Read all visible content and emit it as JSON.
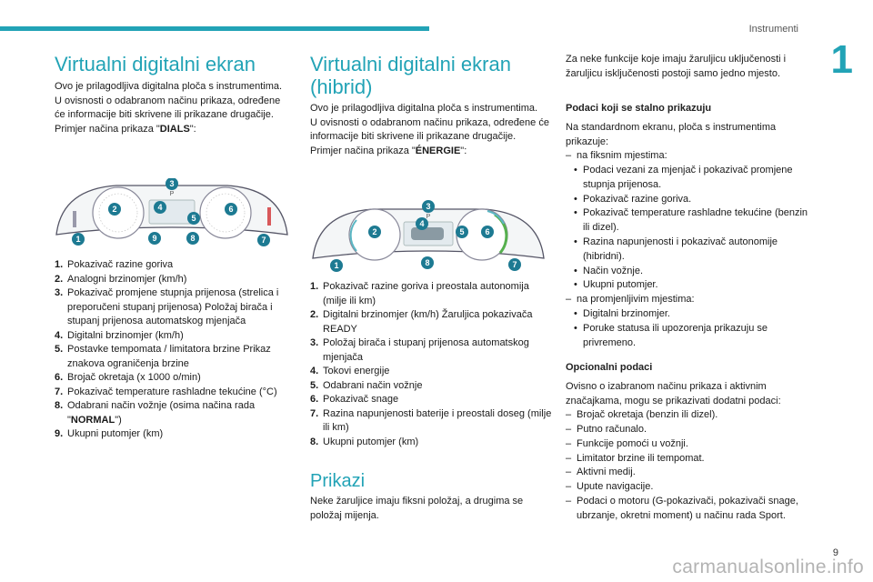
{
  "header": {
    "section": "Instrumenti",
    "chapter": "1"
  },
  "col1": {
    "title": "Virtualni digitalni ekran",
    "intro": [
      "Ovo je prilagodljiva digitalna ploča s instrumentima.",
      "U ovisnosti o odabranom načinu prikaza, određene će informacije biti skrivene ili prikazane drugačije."
    ],
    "example_prefix": "Primjer načina prikaza \"",
    "example_mode": "DIALS",
    "example_suffix": "\":",
    "items": [
      {
        "n": "1.",
        "t": "Pokazivač razine goriva"
      },
      {
        "n": "2.",
        "t": "Analogni brzinomjer (km/h)"
      },
      {
        "n": "3.",
        "t": "Pokazivač promjene stupnja prijenosa (strelica i preporučeni stupanj prijenosa) Položaj birača i stupanj prijenosa automatskog mjenjača"
      },
      {
        "n": "4.",
        "t": "Digitalni brzinomjer (km/h)"
      },
      {
        "n": "5.",
        "t": "Postavke tempomata / limitatora brzine Prikaz znakova ograničenja brzine"
      },
      {
        "n": "6.",
        "t": "Brojač okretaja (x 1000 o/min)"
      },
      {
        "n": "7.",
        "t": "Pokazivač temperature rashladne tekućine (°C)"
      },
      {
        "n": "8.",
        "t_prefix": "Odabrani način vožnje (osima načina rada \"",
        "t_bold": "NORMAL",
        "t_suffix": "\")"
      },
      {
        "n": "9.",
        "t": "Ukupni putomjer (km)"
      }
    ]
  },
  "col2": {
    "title": "Virtualni digitalni ekran (hibrid)",
    "intro": [
      "Ovo je prilagodljiva digitalna ploča s instrumentima.",
      "U ovisnosti o odabranom načinu prikaza, određene će informacije biti skrivene ili prikazane drugačije."
    ],
    "example_prefix": "Primjer načina prikaza \"",
    "example_mode": "ÉNERGIE",
    "example_suffix": "\":",
    "items": [
      {
        "n": "1.",
        "t": "Pokazivač razine goriva i preostala autonomija (milje ili km)"
      },
      {
        "n": "2.",
        "t": "Digitalni brzinomjer (km/h) Žaruljica pokazivača READY"
      },
      {
        "n": "3.",
        "t": "Položaj birača i stupanj prijenosa automatskog mjenjača"
      },
      {
        "n": "4.",
        "t": "Tokovi energije"
      },
      {
        "n": "5.",
        "t": "Odabrani način vožnje"
      },
      {
        "n": "6.",
        "t": "Pokazivač snage"
      },
      {
        "n": "7.",
        "t": "Razina napunjenosti baterije i preostali doseg (milje ili km)"
      },
      {
        "n": "8.",
        "t": "Ukupni putomjer (km)"
      }
    ],
    "prikazi_title": "Prikazi",
    "prikazi_text": "Neke žaruljice imaju fiksni položaj, a drugima se položaj mijenja."
  },
  "col3": {
    "intro": "Za neke funkcije koje imaju žaruljicu uključenosti i žaruljicu isključenosti postoji samo jedno mjesto.",
    "h_fixed": "Podaci koji se stalno prikazuju",
    "fixed_intro": "Na standardnom ekranu, ploča s instrumentima prikazuje:",
    "fixed_d1": "na fiksnim mjestima:",
    "fixed_b1": [
      "Podaci vezani za mjenjač i pokazivač promjene stupnja prijenosa.",
      "Pokazivač razine goriva.",
      "Pokazivač temperature rashladne tekućine (benzin ili dizel).",
      "Razina napunjenosti i pokazivač autonomije (hibridni).",
      "Način vožnje.",
      "Ukupni putomjer."
    ],
    "fixed_d2": "na promjenljivim mjestima:",
    "fixed_b2": [
      "Digitalni brzinomjer.",
      "Poruke statusa ili upozorenja prikazuju se privremeno."
    ],
    "h_optional": "Opcionalni podaci",
    "optional_intro": "Ovisno o izabranom načinu prikaza i aktivnim značajkama, mogu se prikazivati dodatni podaci:",
    "optional_items": [
      "Brojač okretaja (benzin ili dizel).",
      "Putno računalo.",
      "Funkcije pomoći u vožnji.",
      "Limitator brzine ili tempomat.",
      "Aktivni medij.",
      "Upute navigacije.",
      "Podaci o motoru (G-pokazivači, pokazivači snage, ubrzanje, okretni moment) u načinu rada Sport."
    ]
  },
  "diagram1": {
    "labels": [
      "1",
      "2",
      "3",
      "4",
      "5",
      "6",
      "7",
      "8",
      "9"
    ],
    "p": "P"
  },
  "diagram2": {
    "labels": [
      "1",
      "2",
      "3",
      "4",
      "5",
      "6",
      "7",
      "8"
    ],
    "p": "P"
  },
  "footer": {
    "page": "9",
    "watermark": "carmanualsonline.info"
  },
  "colors": {
    "accent": "#22a3b6",
    "marker_fill": "#1d7a92",
    "screen": "#5c6f7a"
  }
}
